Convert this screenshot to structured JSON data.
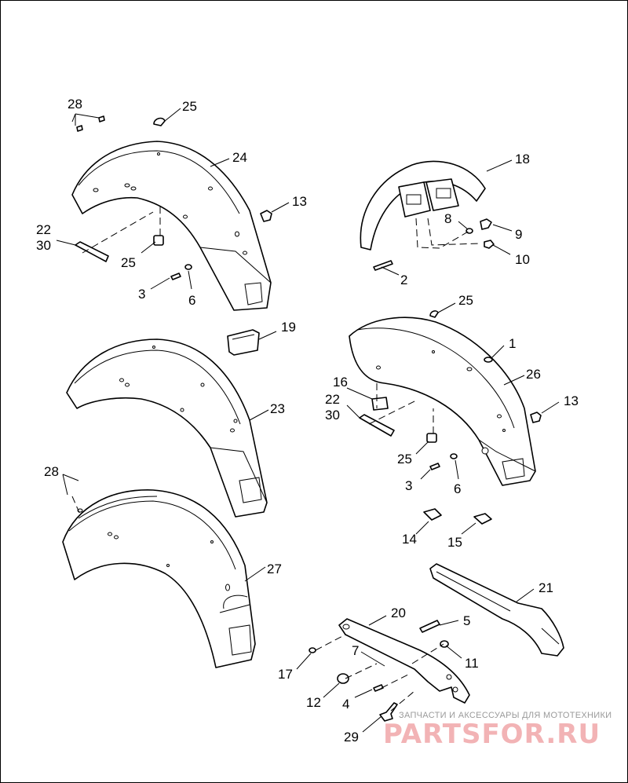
{
  "labels": {
    "l1": "1",
    "l2": "2",
    "l3a": "3",
    "l3b": "3",
    "l4": "4",
    "l5": "5",
    "l6a": "6",
    "l6b": "6",
    "l7": "7",
    "l8": "8",
    "l9": "9",
    "l10": "10",
    "l11": "11",
    "l12": "12",
    "l13a": "13",
    "l13b": "13",
    "l14": "14",
    "l15": "15",
    "l16": "16",
    "l17": "17",
    "l18": "18",
    "l19": "19",
    "l20": "20",
    "l21": "21",
    "l22a": "22",
    "l22b": "22",
    "l23": "23",
    "l24": "24",
    "l25a": "25",
    "l25b": "25",
    "l25c": "25",
    "l25d": "25",
    "l26": "26",
    "l27": "27",
    "l28a": "28",
    "l28b": "28",
    "l29": "29",
    "l30a": "30",
    "l30b": "30"
  },
  "watermark": {
    "caption": "ЗАПЧАСТИ И АКСЕССУАРЫ ДЛЯ МОТОТЕХНИКИ",
    "brand": "PARTSFOR.RU"
  },
  "colors": {
    "line": "#000000",
    "background": "#ffffff",
    "watermark": "#f2b3b5"
  }
}
